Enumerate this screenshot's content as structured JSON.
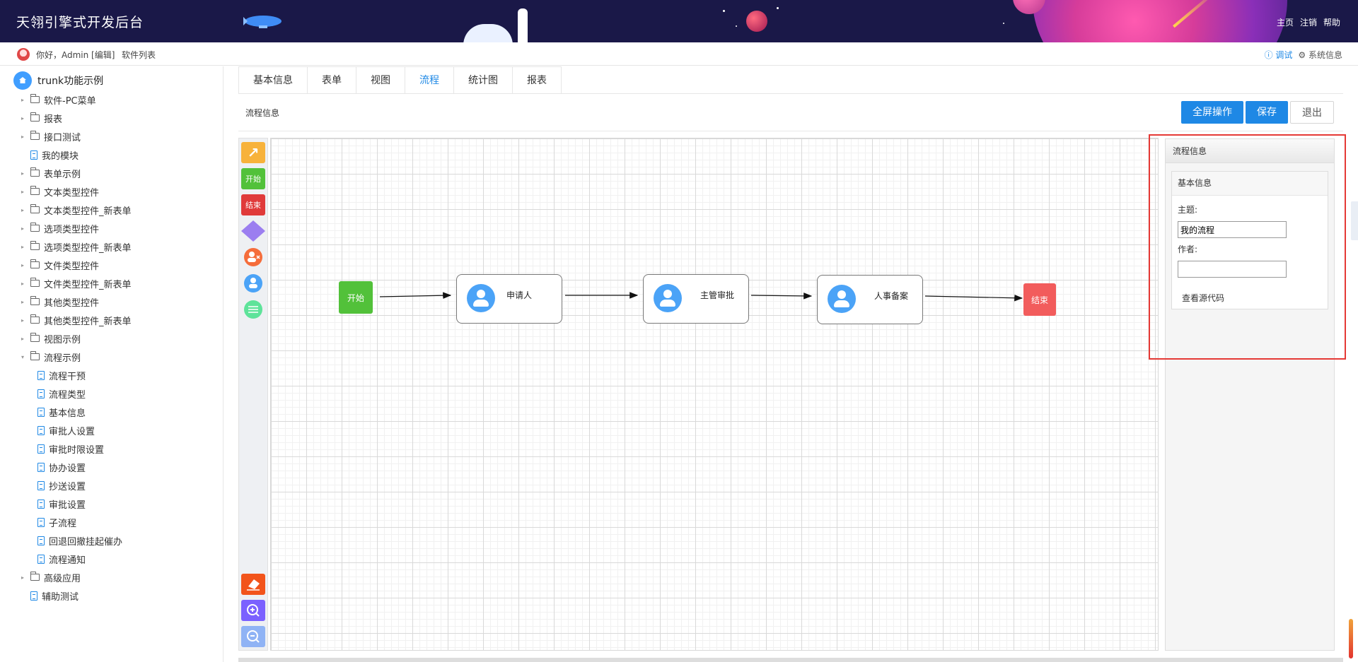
{
  "header": {
    "title": "天翎引擎式开发后台",
    "nav": [
      "主页",
      "注销",
      "帮助"
    ]
  },
  "subheader": {
    "greeting": "你好，Admin [编辑]",
    "software_list": "软件列表",
    "debug": "ⓘ 调试",
    "system_info": "⚙ 系统信息"
  },
  "sidebar": {
    "root": "trunk功能示例",
    "items": [
      {
        "label": "软件-PC菜单",
        "type": "folder",
        "caret": "▸"
      },
      {
        "label": "报表",
        "type": "folder",
        "caret": "▸"
      },
      {
        "label": "接口测试",
        "type": "folder",
        "caret": "▸"
      },
      {
        "label": "我的模块",
        "type": "doc",
        "caret": ""
      },
      {
        "label": "表单示例",
        "type": "folder",
        "caret": "▸"
      },
      {
        "label": "文本类型控件",
        "type": "folder",
        "caret": "▸"
      },
      {
        "label": "文本类型控件_新表单",
        "type": "folder",
        "caret": "▸"
      },
      {
        "label": "选项类型控件",
        "type": "folder",
        "caret": "▸"
      },
      {
        "label": "选项类型控件_新表单",
        "type": "folder",
        "caret": "▸"
      },
      {
        "label": "文件类型控件",
        "type": "folder",
        "caret": "▸"
      },
      {
        "label": "文件类型控件_新表单",
        "type": "folder",
        "caret": "▸"
      },
      {
        "label": "其他类型控件",
        "type": "folder",
        "caret": "▸"
      },
      {
        "label": "其他类型控件_新表单",
        "type": "folder",
        "caret": "▸"
      },
      {
        "label": "视图示例",
        "type": "folder",
        "caret": "▸"
      },
      {
        "label": "流程示例",
        "type": "folder",
        "caret": "▾"
      },
      {
        "label": "流程干预",
        "type": "doc",
        "caret": "",
        "child": true
      },
      {
        "label": "流程类型",
        "type": "doc",
        "caret": "",
        "child": true
      },
      {
        "label": "基本信息",
        "type": "doc",
        "caret": "",
        "child": true
      },
      {
        "label": "审批人设置",
        "type": "doc",
        "caret": "",
        "child": true
      },
      {
        "label": "审批时限设置",
        "type": "doc",
        "caret": "",
        "child": true
      },
      {
        "label": "协办设置",
        "type": "doc",
        "caret": "",
        "child": true
      },
      {
        "label": "抄送设置",
        "type": "doc",
        "caret": "",
        "child": true
      },
      {
        "label": "审批设置",
        "type": "doc",
        "caret": "",
        "child": true
      },
      {
        "label": "子流程",
        "type": "doc",
        "caret": "",
        "child": true
      },
      {
        "label": "回退回撤挂起催办",
        "type": "doc",
        "caret": "",
        "child": true
      },
      {
        "label": "流程通知",
        "type": "doc",
        "caret": "",
        "child": true
      },
      {
        "label": "高级应用",
        "type": "folder",
        "caret": "▸"
      },
      {
        "label": "辅助测试",
        "type": "doc",
        "caret": ""
      }
    ]
  },
  "tabs": [
    {
      "label": "基本信息",
      "active": false
    },
    {
      "label": "表单",
      "active": false
    },
    {
      "label": "视图",
      "active": false
    },
    {
      "label": "流程",
      "active": true
    },
    {
      "label": "统计图",
      "active": false
    },
    {
      "label": "报表",
      "active": false
    }
  ],
  "main": {
    "section_title": "流程信息",
    "fullscreen_label": "全屏操作",
    "save_label": "保存",
    "exit_label": "退出"
  },
  "toolbar": {
    "start_label": "开始",
    "end_label": "结束",
    "colors": {
      "arrow": "#f7b23b",
      "start": "#52c13a",
      "end": "#e03a3a",
      "decision": "#9b7ef0",
      "assign": "#f56d3b",
      "user": "#4ba3f7",
      "auto": "#5ee39a",
      "eraser": "#f2541b",
      "zoom_in": "#7b61ff",
      "zoom_out": "#8fb3f5"
    }
  },
  "flow": {
    "start": "开始",
    "nodes": [
      "申请人",
      "主管审批",
      "人事备案"
    ],
    "end": "结束"
  },
  "props": {
    "header": "流程信息",
    "section": "基本信息",
    "subject_label": "主题:",
    "subject_value": "我的流程",
    "author_label": "作者:",
    "author_value": "",
    "view_source": "查看源代码"
  },
  "colors": {
    "primary": "#1e88e5",
    "banner_bg": "#1a1848",
    "highlight": "#e53935"
  }
}
